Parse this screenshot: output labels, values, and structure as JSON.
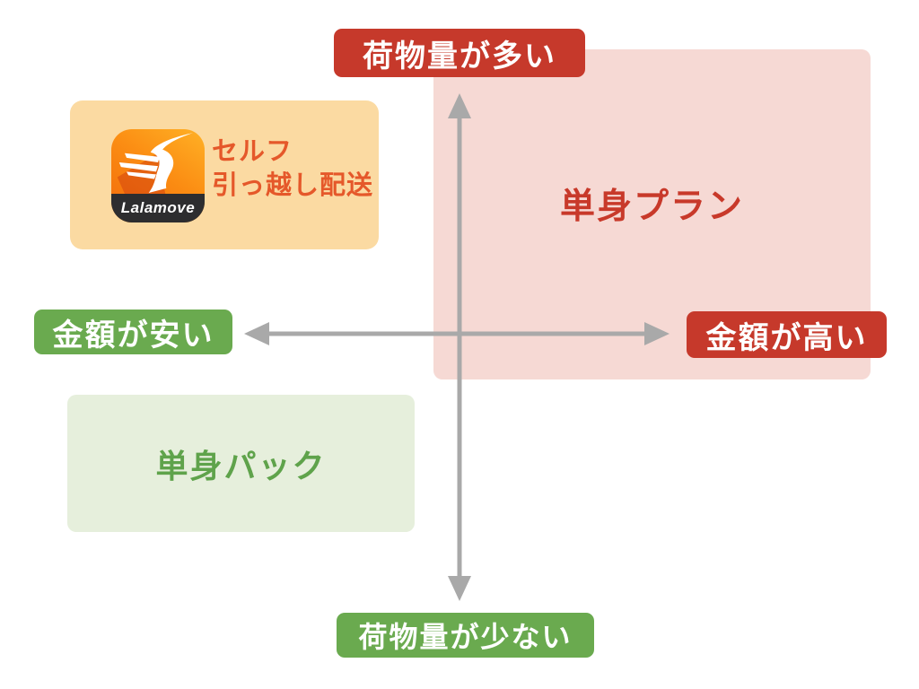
{
  "diagram": {
    "type": "quadrant-positioning-map",
    "colors": {
      "accent_red": "#c6392b",
      "accent_green": "#6aaa4f",
      "pink_quadrant_bg": "#f6d9d4",
      "green_quadrant_bg": "#e6efdc",
      "card_bg": "#fbdaa2",
      "orange_title_text": "#e5582a",
      "quadrant_red_text": "#c8392a",
      "quadrant_green_text": "#5fa34b",
      "axis_gray": "#a9a9a9",
      "icon_band_bg": "#2d2d2f"
    },
    "axis_labels": {
      "top": "荷物量が多い",
      "bottom": "荷物量が少ない",
      "left": "金額が安い",
      "right": "金額が高い"
    },
    "quadrants": {
      "top_right": "単身プラン",
      "bottom_left": "単身パック"
    },
    "card": {
      "title_line1": "セルフ",
      "title_line2": "引っ越し配送",
      "logo_text": "Lalamove"
    }
  }
}
